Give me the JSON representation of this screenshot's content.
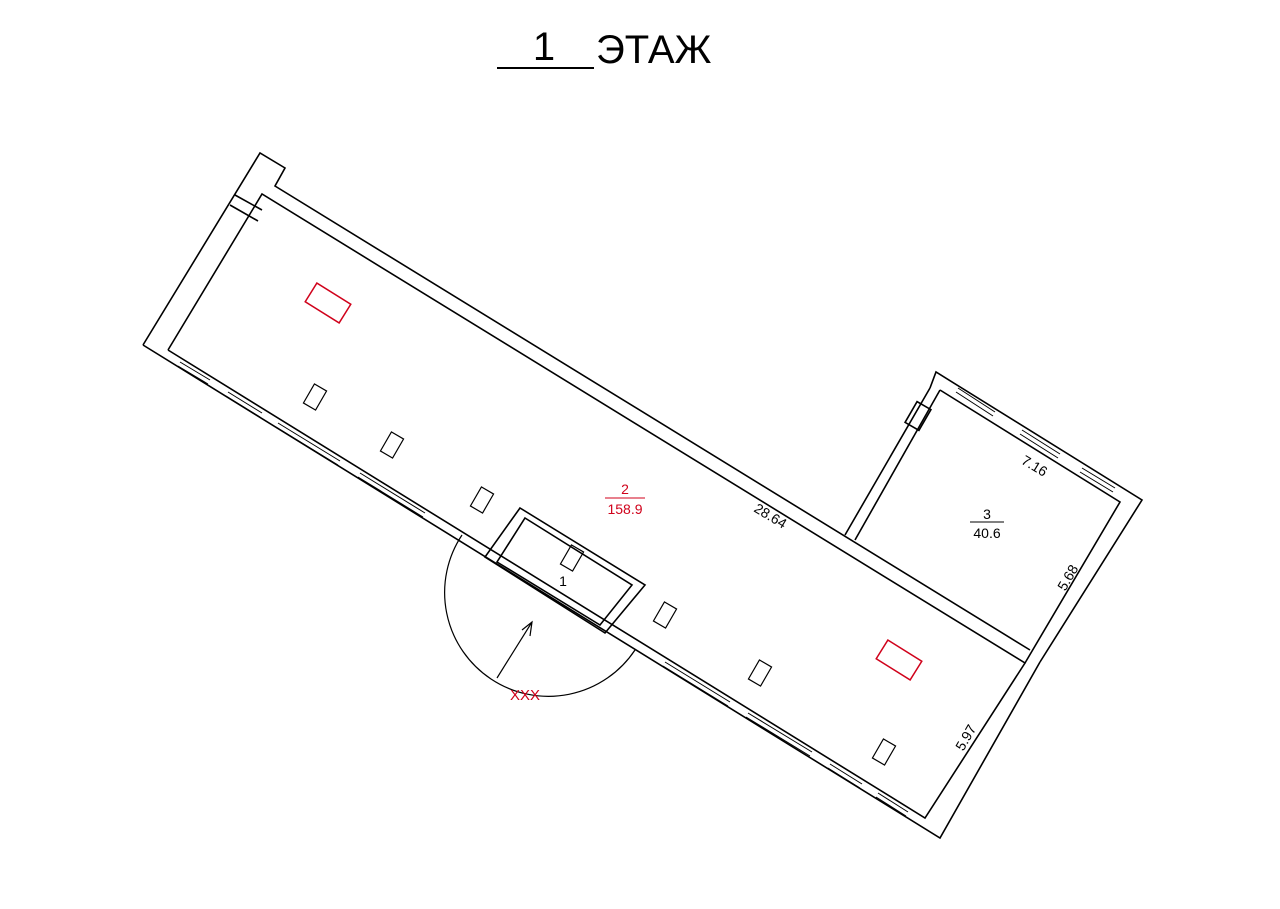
{
  "title": {
    "number": "1",
    "label": "ЭТАЖ"
  },
  "rooms": [
    {
      "number": "1",
      "area": ""
    },
    {
      "number": "2",
      "area": "158.9"
    },
    {
      "number": "3",
      "area": "40.6"
    }
  ],
  "dimensions": {
    "hall_length": "28.64",
    "room3_width": "7.16",
    "room3_depth": "5.68",
    "hall_width": "5.97"
  },
  "entrance_label": "XXX",
  "colors": {
    "accent": "#d0021b",
    "line": "#000000"
  }
}
